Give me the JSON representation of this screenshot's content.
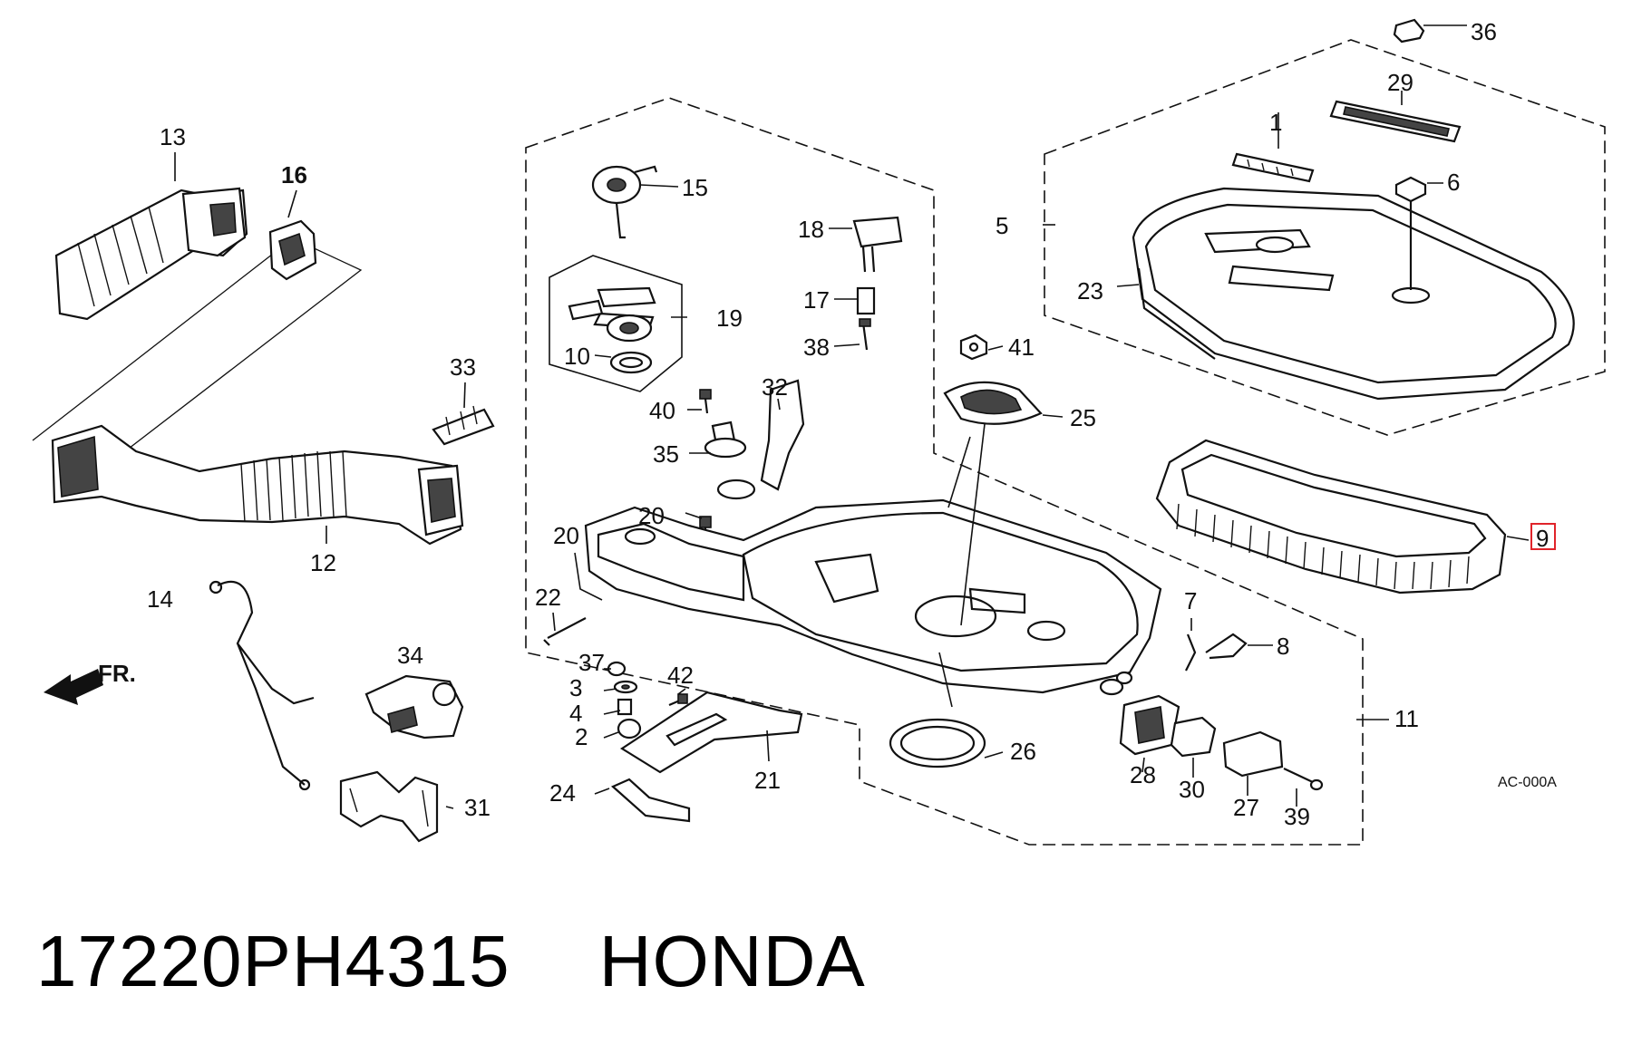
{
  "diagram": {
    "callouts": [
      {
        "id": "1",
        "label": "1"
      },
      {
        "id": "2",
        "label": "2"
      },
      {
        "id": "3",
        "label": "3"
      },
      {
        "id": "4",
        "label": "4"
      },
      {
        "id": "5",
        "label": "5"
      },
      {
        "id": "6",
        "label": "6"
      },
      {
        "id": "7",
        "label": "7"
      },
      {
        "id": "8",
        "label": "8"
      },
      {
        "id": "9",
        "label": "9",
        "highlighted": true
      },
      {
        "id": "10",
        "label": "10"
      },
      {
        "id": "11",
        "label": "11"
      },
      {
        "id": "12",
        "label": "12"
      },
      {
        "id": "13",
        "label": "13"
      },
      {
        "id": "14",
        "label": "14"
      },
      {
        "id": "15",
        "label": "15"
      },
      {
        "id": "16",
        "label": "16"
      },
      {
        "id": "17",
        "label": "17"
      },
      {
        "id": "18",
        "label": "18"
      },
      {
        "id": "19",
        "label": "19"
      },
      {
        "id": "20a",
        "label": "20"
      },
      {
        "id": "20b",
        "label": "20"
      },
      {
        "id": "21",
        "label": "21"
      },
      {
        "id": "22",
        "label": "22"
      },
      {
        "id": "23",
        "label": "23"
      },
      {
        "id": "24",
        "label": "24"
      },
      {
        "id": "25",
        "label": "25"
      },
      {
        "id": "26",
        "label": "26"
      },
      {
        "id": "27",
        "label": "27"
      },
      {
        "id": "28",
        "label": "28"
      },
      {
        "id": "29",
        "label": "29"
      },
      {
        "id": "30",
        "label": "30"
      },
      {
        "id": "31",
        "label": "31"
      },
      {
        "id": "32",
        "label": "32"
      },
      {
        "id": "33",
        "label": "33"
      },
      {
        "id": "34",
        "label": "34"
      },
      {
        "id": "35",
        "label": "35"
      },
      {
        "id": "36",
        "label": "36"
      },
      {
        "id": "37",
        "label": "37"
      },
      {
        "id": "38",
        "label": "38"
      },
      {
        "id": "39",
        "label": "39"
      },
      {
        "id": "40",
        "label": "40"
      },
      {
        "id": "41",
        "label": "41"
      },
      {
        "id": "42",
        "label": "42"
      }
    ],
    "front_marker": "FR.",
    "diagram_code": "AC-000A",
    "highlight_color": "#e0242a"
  },
  "caption": {
    "part_number": "17220PH4315",
    "brand": "HONDA"
  }
}
